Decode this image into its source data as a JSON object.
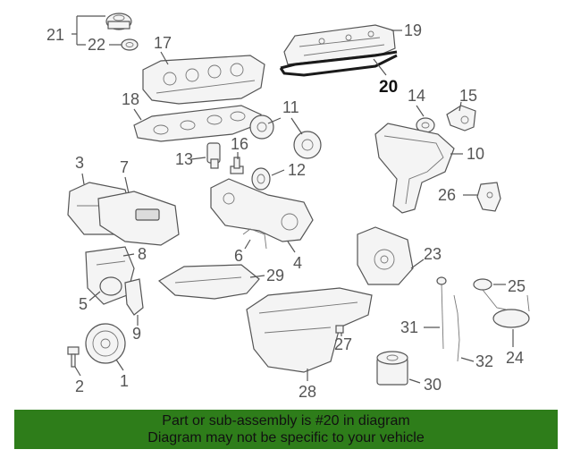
{
  "callouts": [
    {
      "id": "1",
      "label": "1"
    },
    {
      "id": "2",
      "label": "2"
    },
    {
      "id": "3",
      "label": "3"
    },
    {
      "id": "4",
      "label": "4"
    },
    {
      "id": "5",
      "label": "5"
    },
    {
      "id": "6",
      "label": "6"
    },
    {
      "id": "7",
      "label": "7"
    },
    {
      "id": "8",
      "label": "8"
    },
    {
      "id": "9",
      "label": "9"
    },
    {
      "id": "10",
      "label": "10"
    },
    {
      "id": "11",
      "label": "11"
    },
    {
      "id": "12",
      "label": "12"
    },
    {
      "id": "13",
      "label": "13"
    },
    {
      "id": "14",
      "label": "14"
    },
    {
      "id": "15",
      "label": "15"
    },
    {
      "id": "16",
      "label": "16"
    },
    {
      "id": "17",
      "label": "17"
    },
    {
      "id": "18",
      "label": "18"
    },
    {
      "id": "19",
      "label": "19"
    },
    {
      "id": "20",
      "label": "20"
    },
    {
      "id": "21",
      "label": "21"
    },
    {
      "id": "22",
      "label": "22"
    },
    {
      "id": "23",
      "label": "23"
    },
    {
      "id": "24",
      "label": "24"
    },
    {
      "id": "25",
      "label": "25"
    },
    {
      "id": "26",
      "label": "26"
    },
    {
      "id": "27",
      "label": "27"
    },
    {
      "id": "28",
      "label": "28"
    },
    {
      "id": "29",
      "label": "29"
    },
    {
      "id": "30",
      "label": "30"
    },
    {
      "id": "31",
      "label": "31"
    },
    {
      "id": "32",
      "label": "32"
    }
  ],
  "highlight": {
    "part": "20",
    "color": "#1a1a1a"
  },
  "banner": {
    "line1": "Part or sub-assembly is #20 in diagram",
    "line2": "Diagram may not be specific to your vehicle",
    "background": "#2e7d1a"
  }
}
